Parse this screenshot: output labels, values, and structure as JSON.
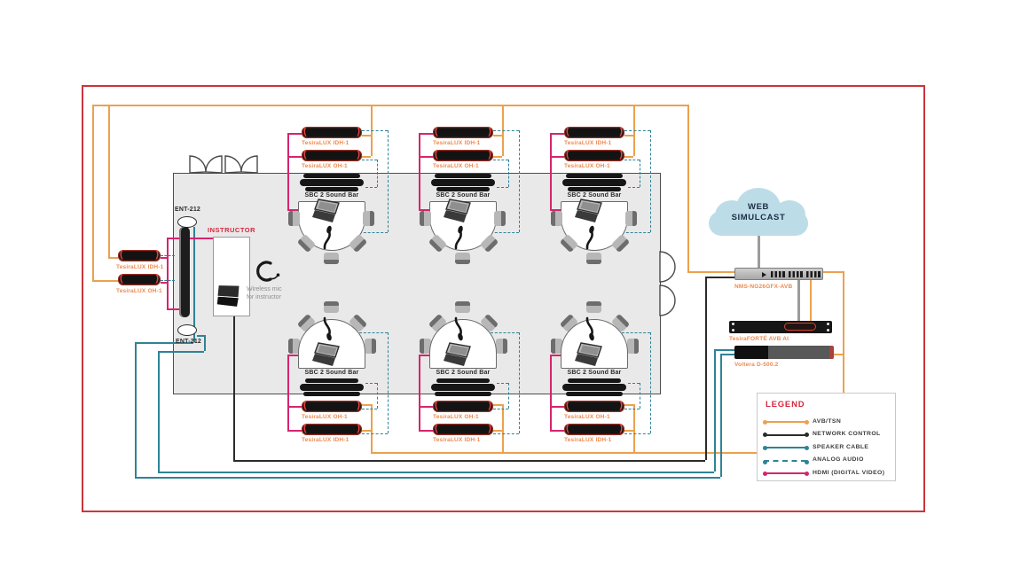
{
  "labels": {
    "tesiralux_idh": "TesiraLUX IDH-1",
    "tesiralux_oh": "TesiraLUX OH-1",
    "soundbar": "SBC 2 Sound Bar",
    "ent": "ENT-212",
    "instructor": "INSTRUCTOR",
    "wireless_mic_line1": "Wireless mic",
    "wireless_mic_line2": "for instructor"
  },
  "cloud": {
    "line1": "WEB",
    "line2": "SIMULCAST"
  },
  "equipment": {
    "switch": "NMS-NG26GFX-AVB",
    "dsp": "TesiraFORTÉ AVB AI",
    "amplifier": "Voltera D-500.2"
  },
  "legend": {
    "title": "LEGEND",
    "items": [
      {
        "label": "AVB/TSN",
        "color": "#EBA14E",
        "style": "solid"
      },
      {
        "label": "NETWORK CONTROL",
        "color": "#2B2B2B",
        "style": "solid"
      },
      {
        "label": "SPEAKER CABLE",
        "color": "#2E8396",
        "style": "solid"
      },
      {
        "label": "ANALOG AUDIO",
        "color": "#2E8396",
        "style": "dashed"
      },
      {
        "label": "HDMI (DIGITAL VIDEO)",
        "color": "#D6246E",
        "style": "solid"
      }
    ]
  },
  "colors": {
    "avb": "#EBA14E",
    "network_control": "#2B2B2B",
    "speaker_cable": "#2E8396",
    "analog_audio": "#2E8396",
    "hdmi": "#D6246E",
    "border_red": "#C9353C",
    "text_red": "#D7263D",
    "device_label_orange": "#EE8A4E",
    "cloud_blue": "#BCDDE8"
  }
}
